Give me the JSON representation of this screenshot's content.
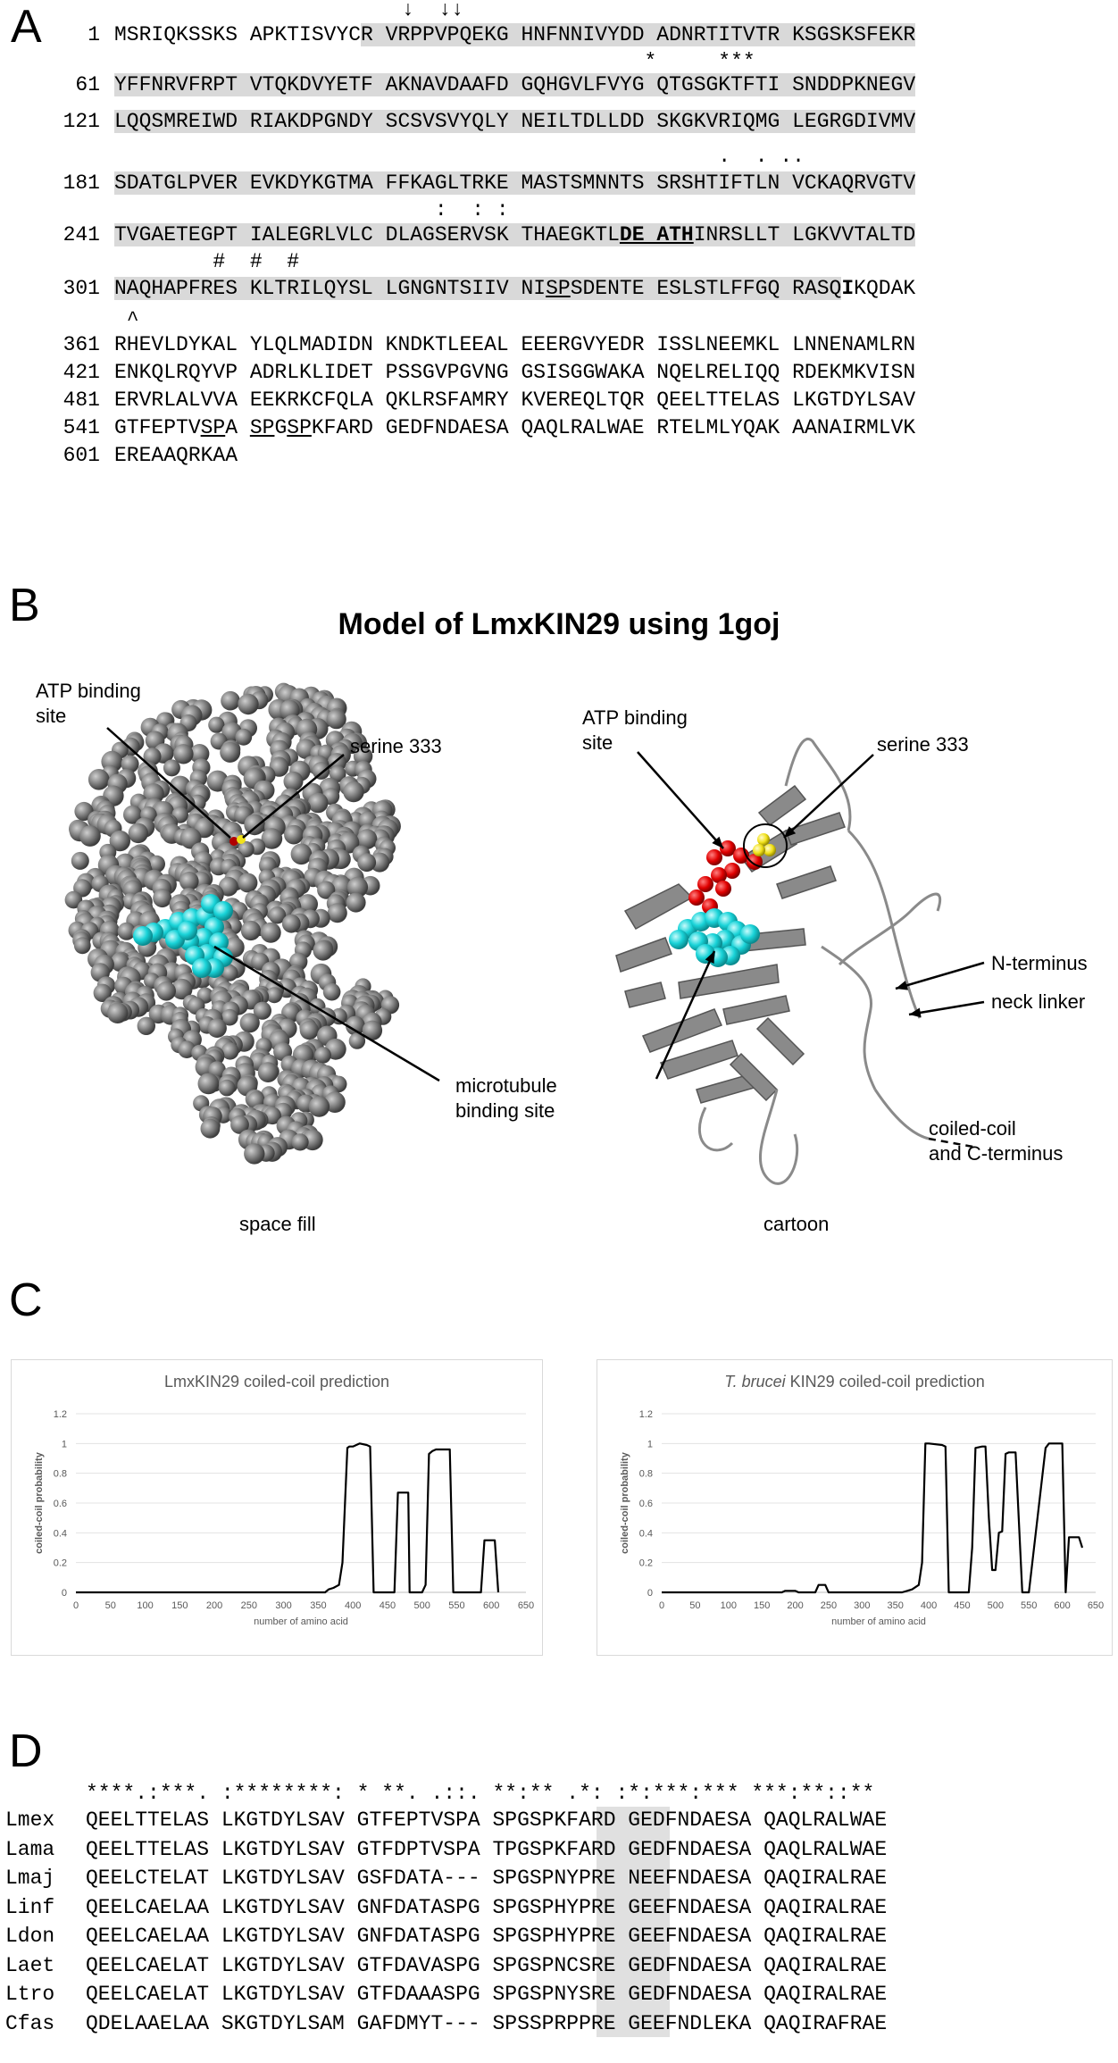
{
  "panelA": {
    "letter": "A",
    "top_arrows": "↓  ↓↓",
    "rows": [
      {
        "num": "1",
        "segments": [
          {
            "t": "MSRIQKSSKS APKTISVYC",
            "hl": false
          },
          {
            "t": "R VRPPVPQEKG HNFNNIVYDD ADNRTITVTR KSGSKSFEKR",
            "hl": true
          }
        ]
      },
      {
        "num": "61",
        "segments": [
          {
            "t": "YFFNRVFRPT VTQKDVYETF AKNAVDAAFD GQHGVLFVYG QTGSGKTFTI SNDDPKNEGV",
            "hl": true
          }
        ]
      },
      {
        "num": "121",
        "segments": [
          {
            "t": "LQQSMREIWD RIAKDPGNDY SCSVSVYQLY NEILTDLLDD SKGKVRIQMG LEGRGDIVMV",
            "hl": true
          }
        ]
      },
      {
        "num": "181",
        "segments": [
          {
            "t": "SDATGLPVER EVKDYKGTMA FFKAGLTRKE MASTSMNNTS SRSHTIFTLN VCKAQRVGTV",
            "hl": true
          }
        ]
      },
      {
        "num": "241",
        "segments": [
          {
            "t": "TVGAETEGPT IALEGRLVLC DLAGSERVSK THAEGKTL",
            "hl": true
          },
          {
            "t": "DE ATH",
            "hl": true,
            "u": true,
            "b": true
          },
          {
            "t": "INRSLLT LGKVVTALTD",
            "hl": true
          }
        ]
      },
      {
        "num": "301",
        "segments": [
          {
            "t": "NAQHAPFRES KLTRILQYSL LGNGNTSIIV NI",
            "hl": true
          },
          {
            "t": "SP",
            "hl": true,
            "u": true
          },
          {
            "t": "SDENTE ESLSTLFFGQ RASQ",
            "hl": true
          },
          {
            "t": "I",
            "hl": false,
            "b": true
          },
          {
            "t": "KQDAK",
            "hl": false
          }
        ]
      },
      {
        "num": "361",
        "segments": [
          {
            "t": "RHEVLDYKAL YLQLMADIDN KNDKTLEEAL EEERGVYEDR ISSLNEEMKL LNNENAMLRN",
            "hl": false
          }
        ]
      },
      {
        "num": "421",
        "segments": [
          {
            "t": "ENKQLRQYVP ADRLKLIDET PSSGVPGVNG GSISGGWAKA NQELRELIQQ RDEKMKVISN",
            "hl": false
          }
        ]
      },
      {
        "num": "481",
        "segments": [
          {
            "t": "ERVRLALVVA EEKRKCFQLA QKLRSFAMRY KVEREQLTQR QEELTTELAS LKGTDYLSAV",
            "hl": false
          }
        ]
      },
      {
        "num": "541",
        "segments": [
          {
            "t": "GTFEPTV",
            "hl": false
          },
          {
            "t": "SP",
            "hl": false,
            "u": true
          },
          {
            "t": "A ",
            "hl": false
          },
          {
            "t": "SP",
            "hl": false,
            "u": true
          },
          {
            "t": "G",
            "hl": false
          },
          {
            "t": "SP",
            "hl": false,
            "u": true
          },
          {
            "t": "KFARD GEDFNDAESA QAQLRALWAE RTELMLYQAK AANAIRMLVK",
            "hl": false
          }
        ]
      },
      {
        "num": "601",
        "segments": [
          {
            "t": "EREAAQRKAA",
            "hl": false
          }
        ]
      }
    ],
    "marks": {
      "after_row1": "                                           *     ***",
      "after_row3": "                                                 .  . ..",
      "after_row4": "                          :  : :",
      "after_row5": "        #  #  #",
      "after_row6": " ^"
    }
  },
  "panelB": {
    "letter": "B",
    "title": "Model of LmxKIN29 using 1goj",
    "left_labels": {
      "atp": [
        "ATP binding",
        "site"
      ],
      "serine": "serine 333",
      "microtubule": [
        "microtubule",
        "binding site"
      ]
    },
    "right_labels": {
      "atp": [
        "ATP binding",
        "site"
      ],
      "serine": "serine 333",
      "nterm": "N-terminus",
      "neck": "neck linker",
      "coil": [
        "coiled-coil",
        "and C-terminus"
      ]
    },
    "caption_left": "space fill",
    "caption_right": "cartoon",
    "colors": {
      "protein": "#7f7f7f",
      "microtubule": "#19d3d8",
      "atp": "#e00000",
      "serine": "#f2e21a"
    }
  },
  "panelC": {
    "letter": "C"
  },
  "chart_data": [
    {
      "type": "line",
      "title": "LmxKIN29 coiled-coil prediction",
      "xlabel": "number of amino acid",
      "ylabel": "coiled-coil probability",
      "xlim": [
        0,
        650
      ],
      "ylim": [
        0,
        1.2
      ],
      "xticks": [
        "0",
        "50",
        "100",
        "150",
        "200",
        "250",
        "300",
        "350",
        "400",
        "450",
        "500",
        "550",
        "600",
        "650"
      ],
      "yticks": [
        "0",
        "0.2",
        "0.4",
        "0.6",
        "0.8",
        "1",
        "1.2"
      ],
      "grid": true,
      "series": [
        {
          "x": [
            0,
            360,
            365,
            372,
            380,
            385,
            392,
            395,
            400,
            410,
            420,
            425,
            430,
            445,
            450,
            460,
            465,
            470,
            475,
            480,
            482,
            490,
            500,
            505,
            510,
            515,
            520,
            525,
            540,
            545,
            580,
            585,
            590,
            600,
            605,
            610
          ],
          "y": [
            0,
            0,
            0.02,
            0.03,
            0.05,
            0.2,
            0.97,
            0.98,
            0.98,
            1.0,
            0.99,
            0.98,
            0,
            0,
            0,
            0,
            0.67,
            0.67,
            0.67,
            0.67,
            0,
            0,
            0,
            0.05,
            0.93,
            0.95,
            0.96,
            0.96,
            0.96,
            0,
            0,
            0,
            0.35,
            0.35,
            0.35,
            0
          ]
        }
      ]
    },
    {
      "type": "line",
      "title": "KIN29 coiled-coil prediction",
      "title_italic": "T. brucei",
      "xlabel": "number of amino acid",
      "ylabel": "coiled-coil probability",
      "xlim": [
        0,
        650
      ],
      "ylim": [
        0,
        1.2
      ],
      "xticks": [
        "0",
        "50",
        "100",
        "150",
        "200",
        "250",
        "300",
        "350",
        "400",
        "450",
        "500",
        "550",
        "600",
        "650"
      ],
      "yticks": [
        "0",
        "0.2",
        "0.4",
        "0.6",
        "0.8",
        "1",
        "1.2"
      ],
      "grid": true,
      "series": [
        {
          "x": [
            0,
            180,
            185,
            200,
            205,
            230,
            235,
            240,
            245,
            250,
            360,
            375,
            385,
            390,
            395,
            400,
            420,
            425,
            430,
            460,
            465,
            470,
            480,
            485,
            490,
            495,
            500,
            505,
            510,
            515,
            520,
            530,
            540,
            545,
            550,
            575,
            580,
            585,
            600,
            605,
            610,
            615,
            625,
            630
          ],
          "y": [
            0,
            0,
            0.01,
            0.01,
            0,
            0,
            0.05,
            0.05,
            0.05,
            0,
            0,
            0.02,
            0.05,
            0.2,
            1.0,
            1.0,
            0.99,
            0.98,
            0,
            0,
            0.3,
            0.97,
            0.98,
            0.98,
            0.5,
            0.15,
            0.15,
            0.4,
            0.41,
            0.93,
            0.94,
            0.94,
            0,
            0,
            0,
            0.97,
            1.0,
            1.0,
            1.0,
            0,
            0.37,
            0.37,
            0.37,
            0.3
          ]
        }
      ]
    }
  ],
  "panelD": {
    "letter": "D",
    "consensus": "****.:***. :********: * **. .::. **:** .*: :*:***:*** ***:**::**",
    "rows": [
      {
        "name": "Lmex",
        "seq": "QEELTTELAS LKGTDYLSAV GTFEPTVSPA SPGSPKFARD GEDFNDAESA QAQLRALWAE"
      },
      {
        "name": "Lama",
        "seq": "QEELTTELAS LKGTDYLSAV GTFDPTVSPA TPGSPKFARD GEDFNDAESA QAQLRALWAE"
      },
      {
        "name": "Lmaj",
        "seq": "QEELCTELAT LKGTDYLSAV GSFDATA--- SPGSPNYPRE NEEFNDAESA QAQIRALRAE"
      },
      {
        "name": "Linf",
        "seq": "QEELCAELAA LKGTDYLSAV GNFDATASPG SPGSPHYPRE GEEFNDAESA QAQIRALRAE"
      },
      {
        "name": "Ldon",
        "seq": "QEELCAELAA LKGTDYLSAV GNFDATASPG SPGSPHYPRE GEEFNDAESA QAQIRALRAE"
      },
      {
        "name": "Laet",
        "seq": "QEELCAELAT LKGTDYLSAV GTFDAVASPG SPGSPNCSRE GEDFNDAESA QAQIRALRAE"
      },
      {
        "name": "Ltro",
        "seq": "QEELCAELAT LKGTDYLSAV GTFDAAASPG SPGSPNYSRE GEDFNDAESA QAQIRALRAE"
      },
      {
        "name": "Cfas",
        "seq": "QDELAAELAA SKGTDYLSAM GAFDMYT--- SPSSPRPPRE GEEFNDLEKA QAQIRAFRAE"
      }
    ]
  }
}
